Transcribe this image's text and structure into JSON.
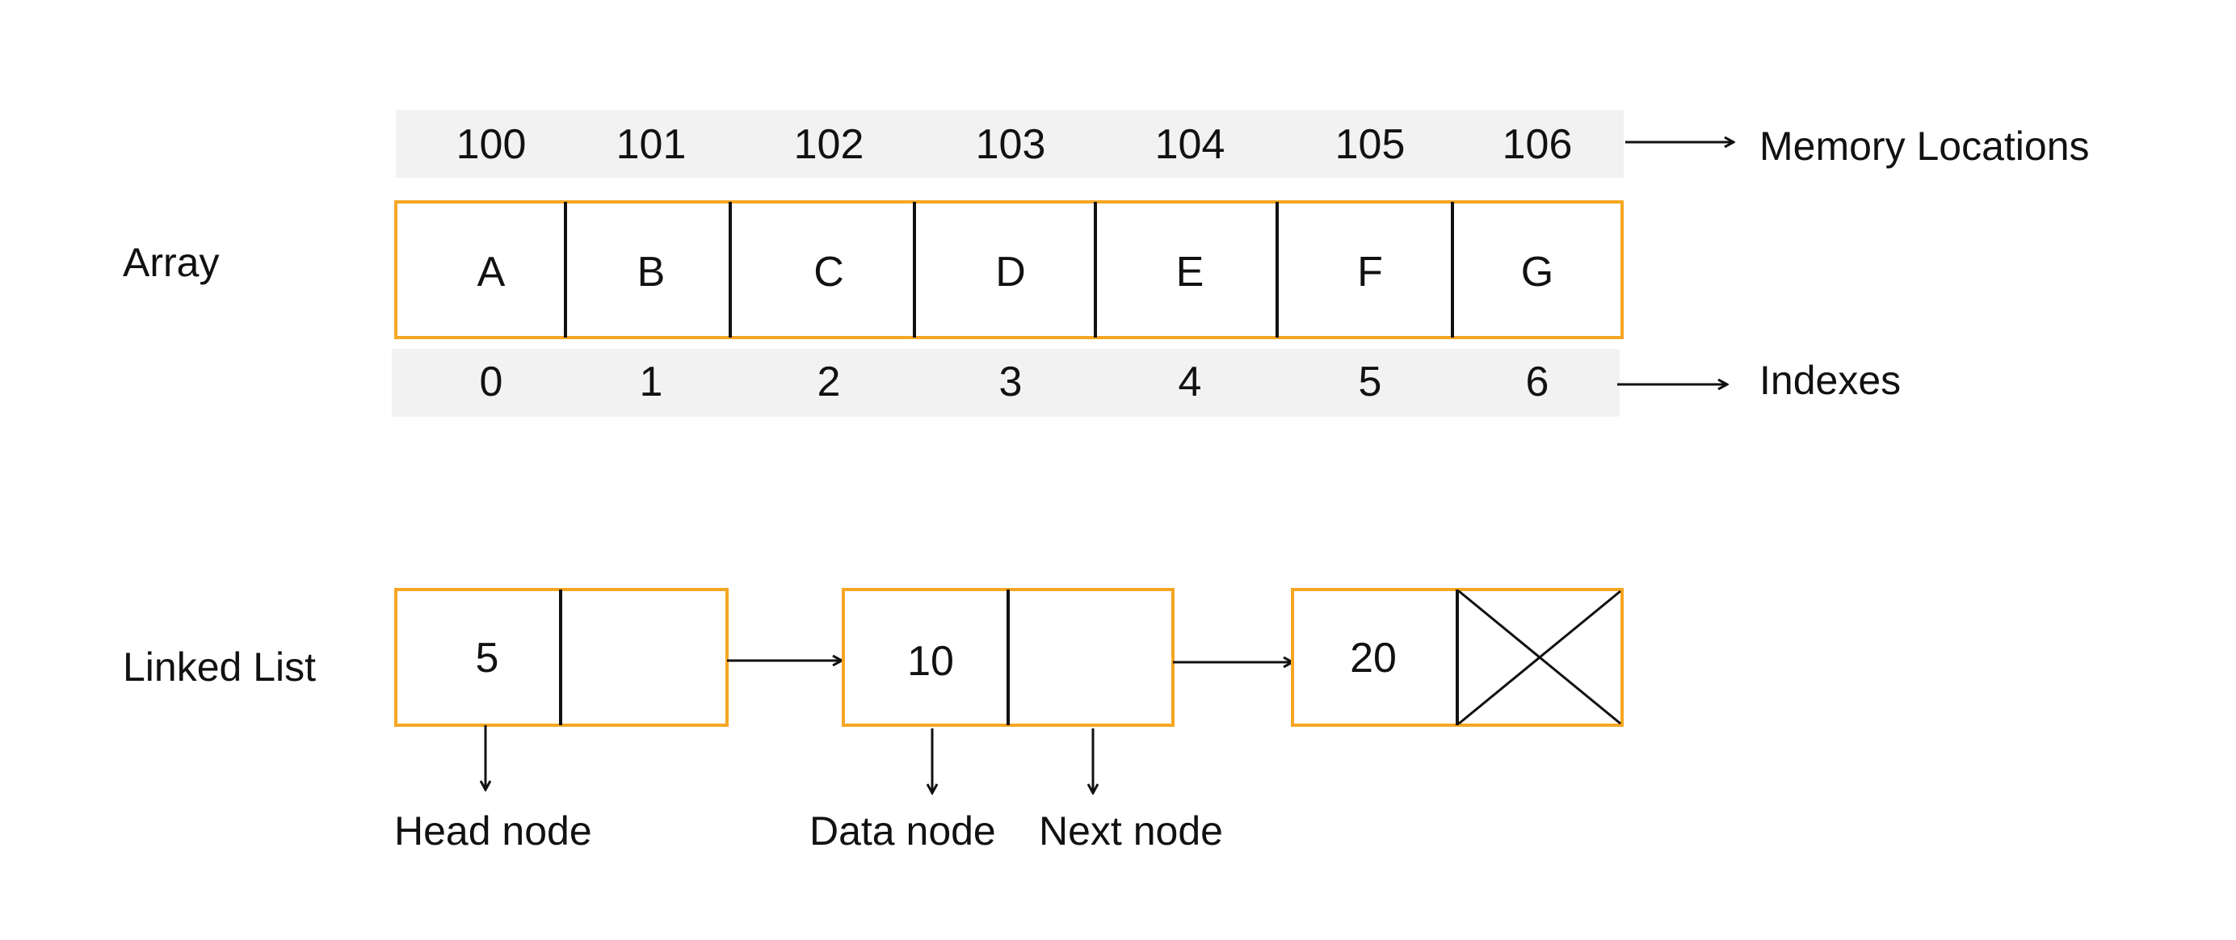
{
  "array": {
    "label": "Array",
    "memory_locations": [
      "100",
      "101",
      "102",
      "103",
      "104",
      "105",
      "106"
    ],
    "memory_label": "Memory Locations",
    "values": [
      "A",
      "B",
      "C",
      "D",
      "E",
      "F",
      "G"
    ],
    "indexes": [
      "0",
      "1",
      "2",
      "3",
      "4",
      "5",
      "6"
    ],
    "indexes_label": "Indexes"
  },
  "linked_list": {
    "label": "Linked List",
    "nodes": [
      {
        "data": "5",
        "next_null": false
      },
      {
        "data": "10",
        "next_null": false
      },
      {
        "data": "20",
        "next_null": true
      }
    ],
    "annotations": {
      "head": "Head node",
      "data": "Data node",
      "next": "Next node"
    }
  },
  "colors": {
    "box_border": "#f5a623",
    "strip_fill": "#f2f2f2",
    "line": "#111111",
    "text": "#111111"
  }
}
